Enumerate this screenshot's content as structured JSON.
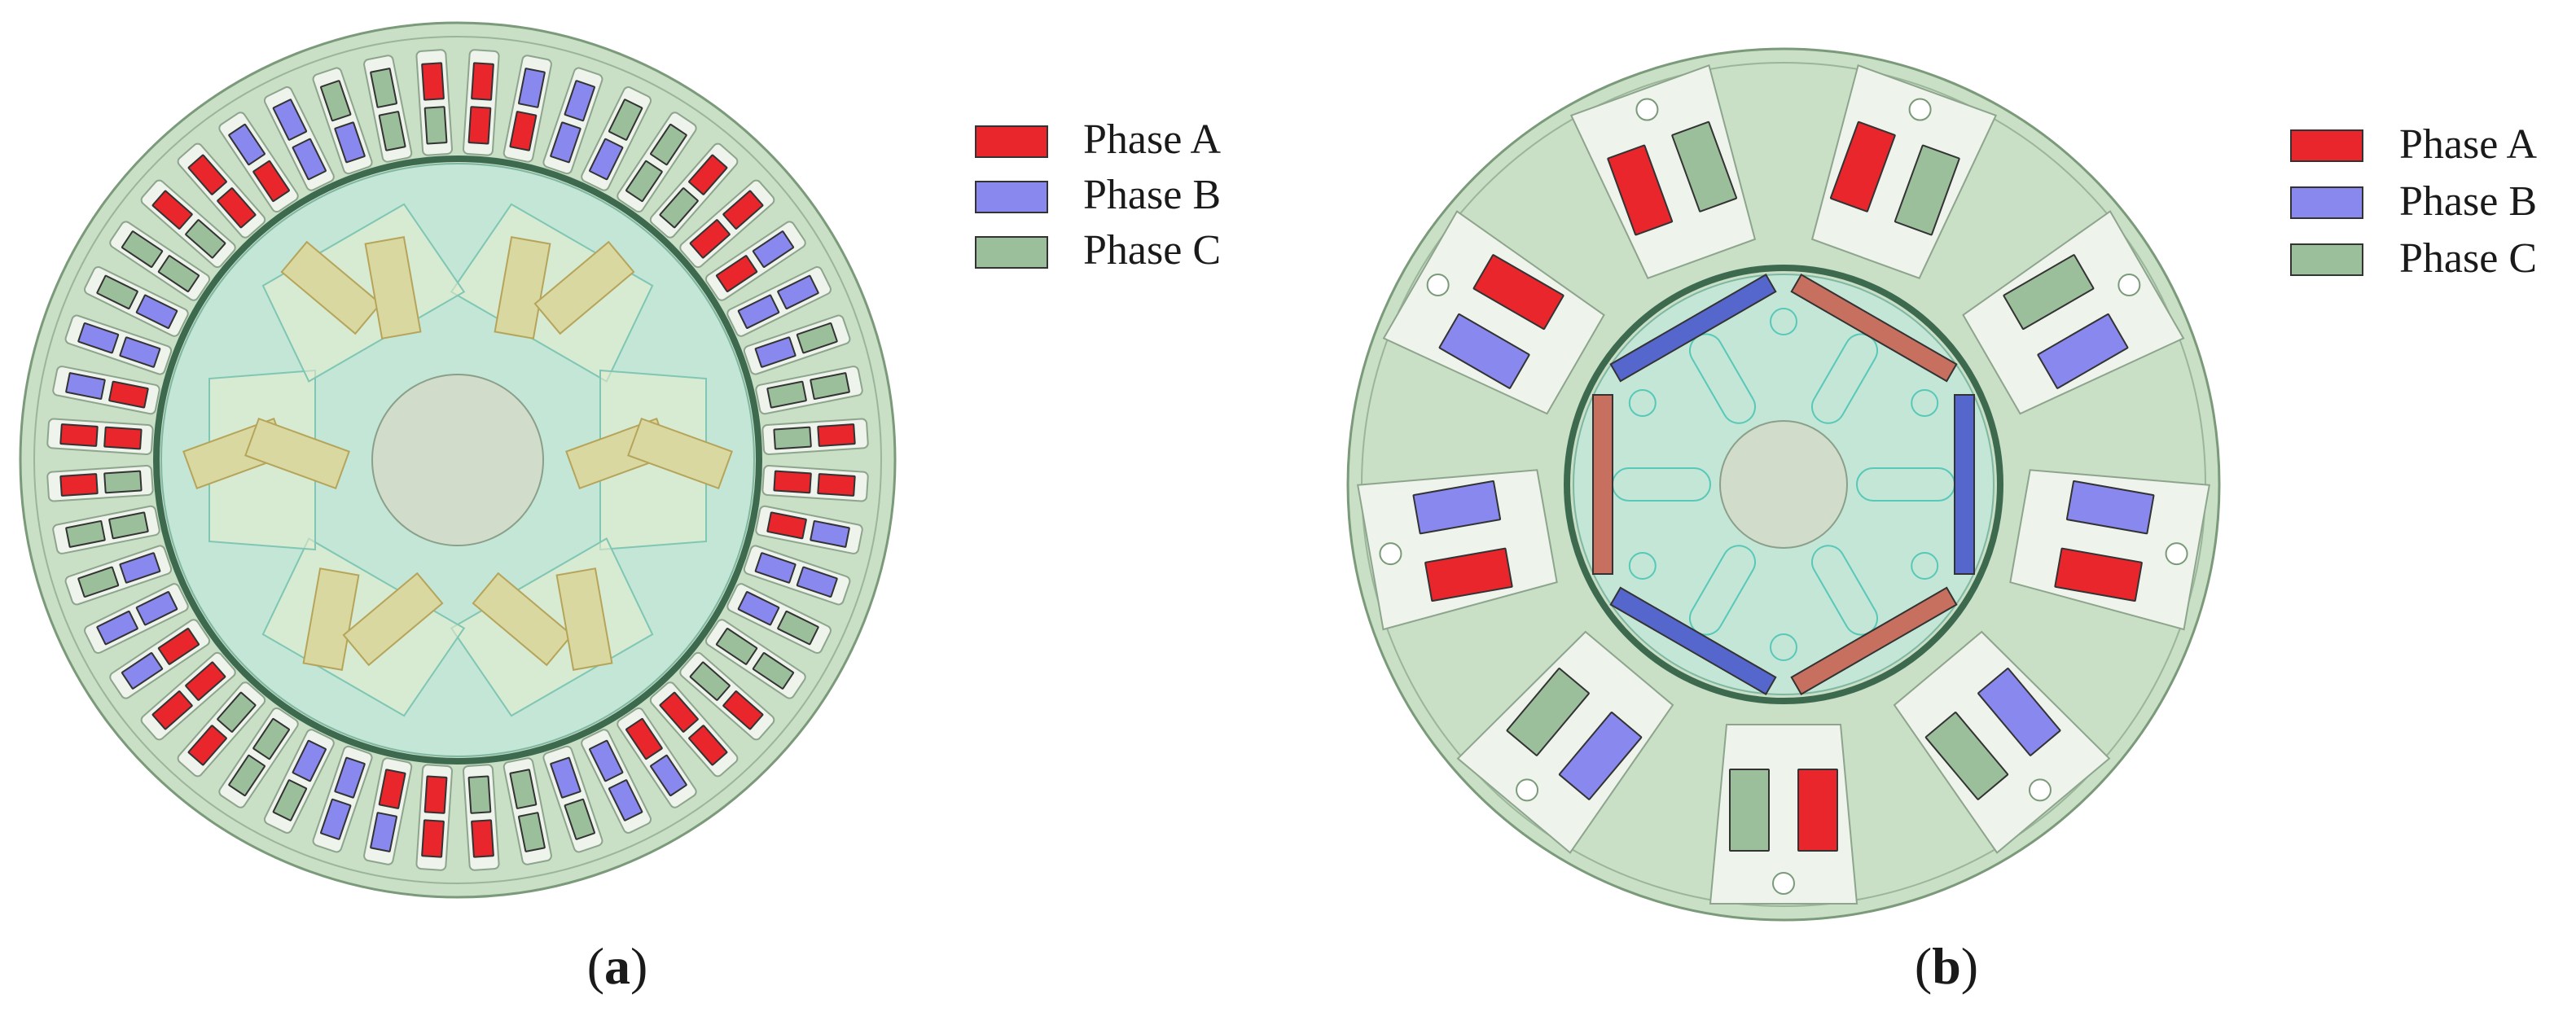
{
  "colors": {
    "phase_a": "#e8262b",
    "phase_b": "#8888ee",
    "phase_c": "#9bbf9b",
    "stator_outer": "#c9dfc6",
    "stator_ring": "#b9d6b6",
    "rotor": "#c3e6d6",
    "shaft": "#d2dccb",
    "magnet_a": "#d8d8a0",
    "magnet_b_blue": "#5566cc",
    "magnet_b_red": "#c8705f",
    "slot_bg": "#eef3ec",
    "outline": "#6a8a6a"
  },
  "panels": [
    {
      "id": "a",
      "caption_open": "(",
      "caption_letter": "a",
      "caption_close": ")",
      "legend": [
        {
          "label": "Phase A",
          "color_key": "phase_a"
        },
        {
          "label": "Phase B",
          "color_key": "phase_b"
        },
        {
          "label": "Phase C",
          "color_key": "phase_c"
        }
      ],
      "slots": 48,
      "slot_phase_sequence": [
        "A",
        "A",
        "B",
        "B",
        "C",
        "C"
      ],
      "rotor_poles": 6
    },
    {
      "id": "b",
      "caption_open": "(",
      "caption_letter": "b",
      "caption_close": ")",
      "legend": [
        {
          "label": "Phase A",
          "color_key": "phase_a"
        },
        {
          "label": "Phase B",
          "color_key": "phase_b"
        },
        {
          "label": "Phase C",
          "color_key": "phase_c"
        }
      ],
      "slots": 9,
      "slot_phase_sequence": [
        "A",
        "A",
        "C",
        "C",
        "B",
        "B"
      ],
      "rotor_poles": 6
    }
  ]
}
